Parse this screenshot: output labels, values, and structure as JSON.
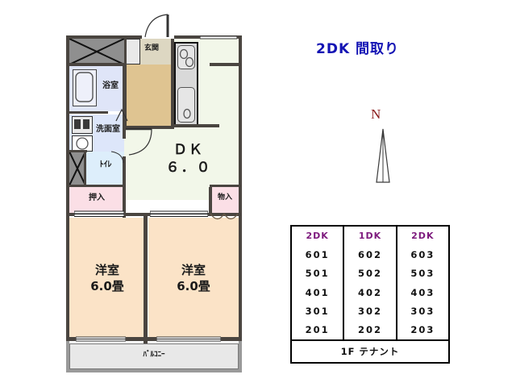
{
  "title": "2DK  間取り",
  "compass": {
    "label": "N"
  },
  "floorplan": {
    "rooms": [
      {
        "key": "genkan",
        "label": "玄関",
        "type": "entrance"
      },
      {
        "key": "bath",
        "label": "浴室",
        "type": "bathroom"
      },
      {
        "key": "washroom",
        "label": "洗面室",
        "type": "washroom"
      },
      {
        "key": "toilet",
        "label": "トイレ",
        "type": "toilet"
      },
      {
        "key": "oshiire",
        "label": "押入",
        "type": "closet"
      },
      {
        "key": "monoire",
        "label": "物入",
        "type": "storage"
      },
      {
        "key": "dk",
        "label": "ＤＫ",
        "area": "６．０",
        "type": "dining-kitchen"
      },
      {
        "key": "room1",
        "label": "洋室",
        "area": "6.0畳",
        "type": "western-room"
      },
      {
        "key": "room2",
        "label": "洋室",
        "area": "6.0畳",
        "type": "western-room"
      },
      {
        "key": "balcony",
        "label": "ﾊﾞﾙｺﾆｰ",
        "type": "balcony"
      }
    ],
    "labels": {
      "genkan": "玄関",
      "bath": "浴室",
      "washroom": "洗面室",
      "toilet": "ﾄｲﾚ",
      "oshiire": "押入",
      "monoire": "物入",
      "dk_name": "ＤＫ",
      "dk_area": "６．０",
      "room1_name": "洋室",
      "room1_area": "6.0畳",
      "room2_name": "洋室",
      "room2_area": "6.0畳",
      "balcony": "ﾊﾞﾙｺﾆｰ"
    }
  },
  "unit_table": {
    "columns": [
      {
        "header": "2DK",
        "units": [
          "601",
          "501",
          "401",
          "301",
          "201"
        ]
      },
      {
        "header": "1DK",
        "units": [
          "602",
          "502",
          "402",
          "302",
          "202"
        ]
      },
      {
        "header": "2DK",
        "units": [
          "603",
          "503",
          "403",
          "303",
          "203"
        ]
      }
    ],
    "footer": "1F  テナント"
  },
  "colors": {
    "title": "#1414b4",
    "table_header": "#7d1a7d",
    "compass": "#8b1a1a",
    "wall": "#4a4540",
    "dk_fill": "#f2f7e9",
    "room_fill": "#fbe3c7",
    "bath_fill": "#dfe5f8",
    "closet_fill": "#fbdfe6",
    "genkan_fill": "#dfc491",
    "balcony_fill": "#e8e8e8",
    "void_fill": "#8f8f8f"
  }
}
